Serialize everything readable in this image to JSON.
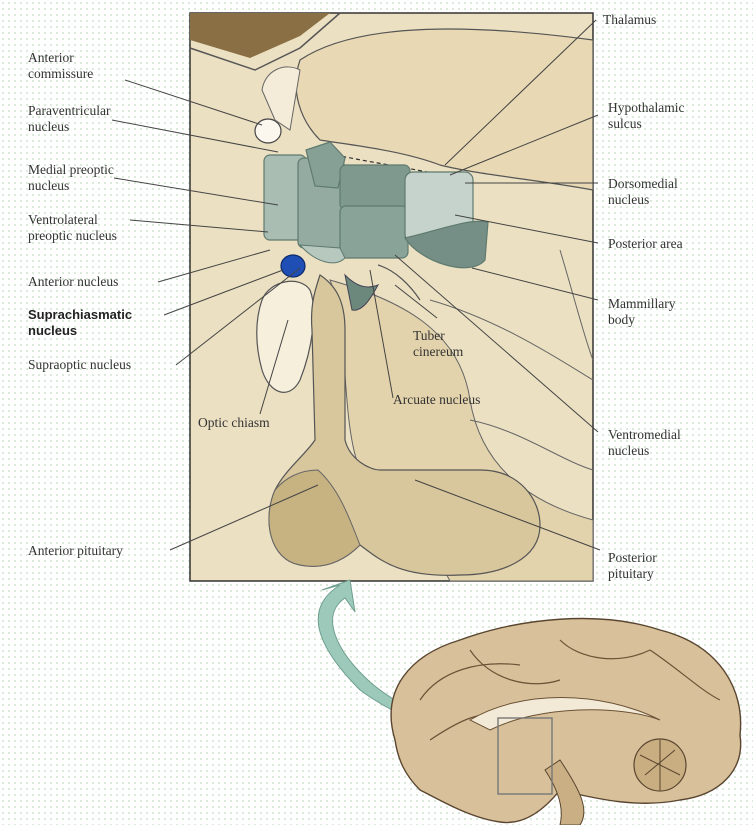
{
  "labels": {
    "anterior_commissure": "Anterior\ncommissure",
    "paraventricular": "Paraventricular\nnucleus",
    "medial_preoptic": "Medial preoptic\nnucleus",
    "ventrolateral_preoptic": "Ventrolateral\npreoptic nucleus",
    "anterior_nucleus": "Anterior nucleus",
    "suprachiasmatic": "Suprachiasmatic\nnucleus",
    "supraoptic": "Supraoptic nucleus",
    "optic_chiasm": "Optic chiasm",
    "anterior_pituitary": "Anterior pituitary",
    "thalamus": "Thalamus",
    "hypothalamic_sulcus": "Hypothalamic\nsulcus",
    "dorsomedial": "Dorsomedial\nnucleus",
    "posterior_area": "Posterior area",
    "mammillary_body": "Mammillary\nbody",
    "tuber_cinereum": "Tuber\ncinereum",
    "arcuate": "Arcuate nucleus",
    "ventromedial": "Ventromedial\nnucleus",
    "posterior_pituitary": "Posterior\npituitary"
  },
  "colors": {
    "tissue": "#ece0c2",
    "tissue_dark": "#cbb98c",
    "nucleus": "#93aba0",
    "nucleus_dark": "#6c887c",
    "scn": "#1f4fb5",
    "arrow": "#9cc9b9",
    "brain": "#d8c19a"
  }
}
